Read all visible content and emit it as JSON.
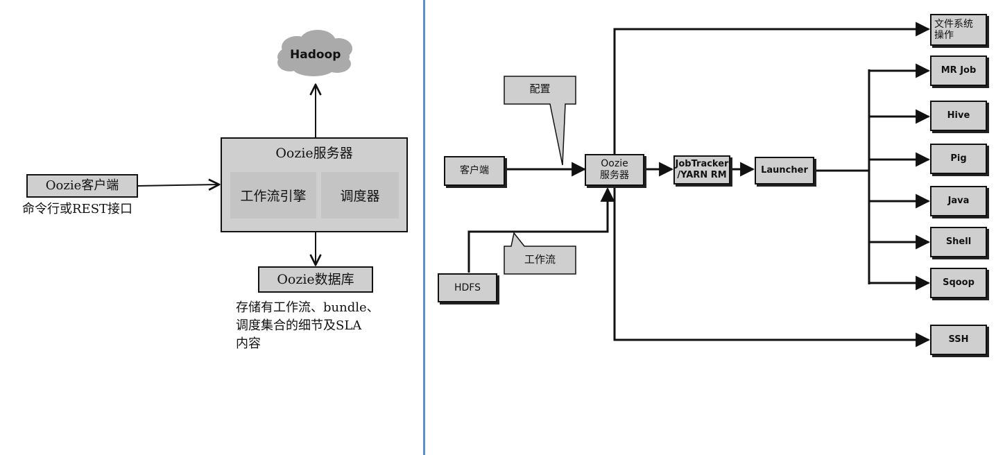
{
  "left": {
    "hadoop": "Hadoop",
    "server_title": "Oozie服务器",
    "workflow_engine": "工作流引擎",
    "scheduler": "调度器",
    "client": "Oozie客户端",
    "client_note": "命令行或REST接口",
    "database": "Oozie数据库",
    "database_note_lines": [
      "存储有工作流、bundle、",
      "调度集合的细节及SLA",
      "内容"
    ]
  },
  "right": {
    "config": "配置",
    "client": "客户端",
    "server_lines": [
      "Oozie",
      "服务器"
    ],
    "jobtracker_lines": [
      "JobTracker",
      "/YARN RM"
    ],
    "launcher": "Launcher",
    "workflow": "工作流",
    "hdfs": "HDFS",
    "fs_ops_lines": [
      "文件系统",
      "操作"
    ],
    "actions": [
      "MR Job",
      "Hive",
      "Pig",
      "Java",
      "Shell",
      "Sqoop"
    ],
    "ssh": "SSH"
  },
  "colors": {
    "divider": "#5b8fd0",
    "box_fill": "#cfcfcf",
    "line": "#111111"
  }
}
